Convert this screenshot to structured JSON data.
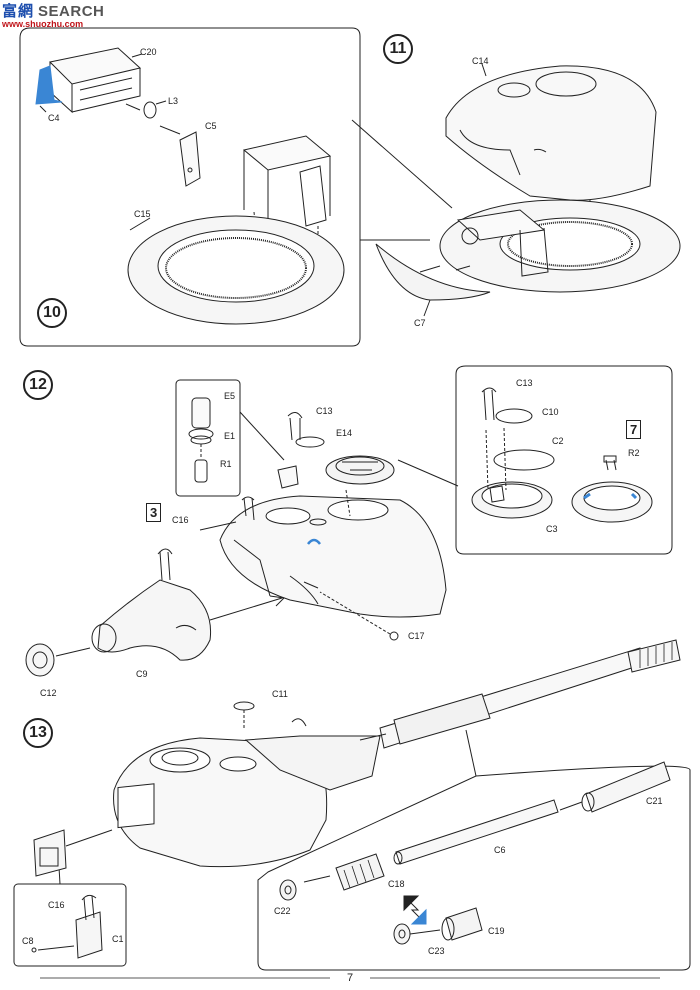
{
  "watermark": {
    "cn": "富網",
    "en": "SEARCH",
    "url": "www.shuozhu.com"
  },
  "steps": [
    "10",
    "11",
    "12",
    "13"
  ],
  "refs": [
    "3",
    "7"
  ],
  "labels": {
    "C20": "C20",
    "C4": "C4",
    "L3": "L3",
    "C5": "C5",
    "C15": "C15",
    "C14": "C14",
    "C7": "C7",
    "E5": "E5",
    "E1": "E1",
    "R1": "R1",
    "C13a": "C13",
    "E14": "E14",
    "C16a": "C16",
    "C12": "C12",
    "C9": "C9",
    "C17": "C17",
    "C13b": "C13",
    "C10": "C10",
    "C2": "C2",
    "C3": "C3",
    "R2": "R2",
    "C11": "C11",
    "C21": "C21",
    "C6": "C6",
    "C18": "C18",
    "C22": "C22",
    "C19": "C19",
    "C23": "C23",
    "C16b": "C16",
    "C8": "C8",
    "C1": "C1"
  },
  "page_number": "7",
  "colors": {
    "accent": "#3a86d4",
    "line": "#222222",
    "fill": "#f4f4f4"
  }
}
